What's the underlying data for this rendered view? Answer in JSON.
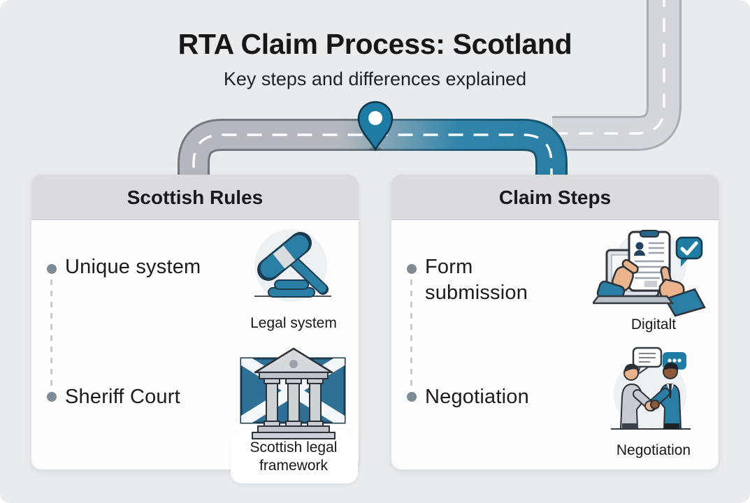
{
  "page": {
    "title": "RTA Claim Process: Scotland",
    "subtitle": "Key steps and differences explained"
  },
  "road": {
    "marker": "location-pin",
    "accent_color": "#2a7da3",
    "road_gray": "#b4b8be",
    "road_light": "#d3d6da"
  },
  "panels": [
    {
      "id": "scottish-rules",
      "header": "Scottish Rules",
      "bullets": [
        "Unique system",
        "Sheriff Court"
      ],
      "figures": [
        {
          "icon": "gavel-icon",
          "caption": "Legal system"
        },
        {
          "icon": "courthouse-flag-icon",
          "caption": "Scottish legal framework"
        }
      ]
    },
    {
      "id": "claim-steps",
      "header": "Claim Steps",
      "bullets": [
        "Form submission",
        "Negotiation"
      ],
      "figures": [
        {
          "icon": "digital-form-icon",
          "caption": "Digitalt"
        },
        {
          "icon": "handshake-icon",
          "caption": "Negotiation"
        }
      ]
    }
  ],
  "colors": {
    "background": "#e9ecef",
    "panel_header": "#d9dbde",
    "panel_body": "#fdfdfe",
    "accent_teal": "#2a7da3",
    "bullet_dot": "#7d8b97",
    "text": "#17191c"
  }
}
